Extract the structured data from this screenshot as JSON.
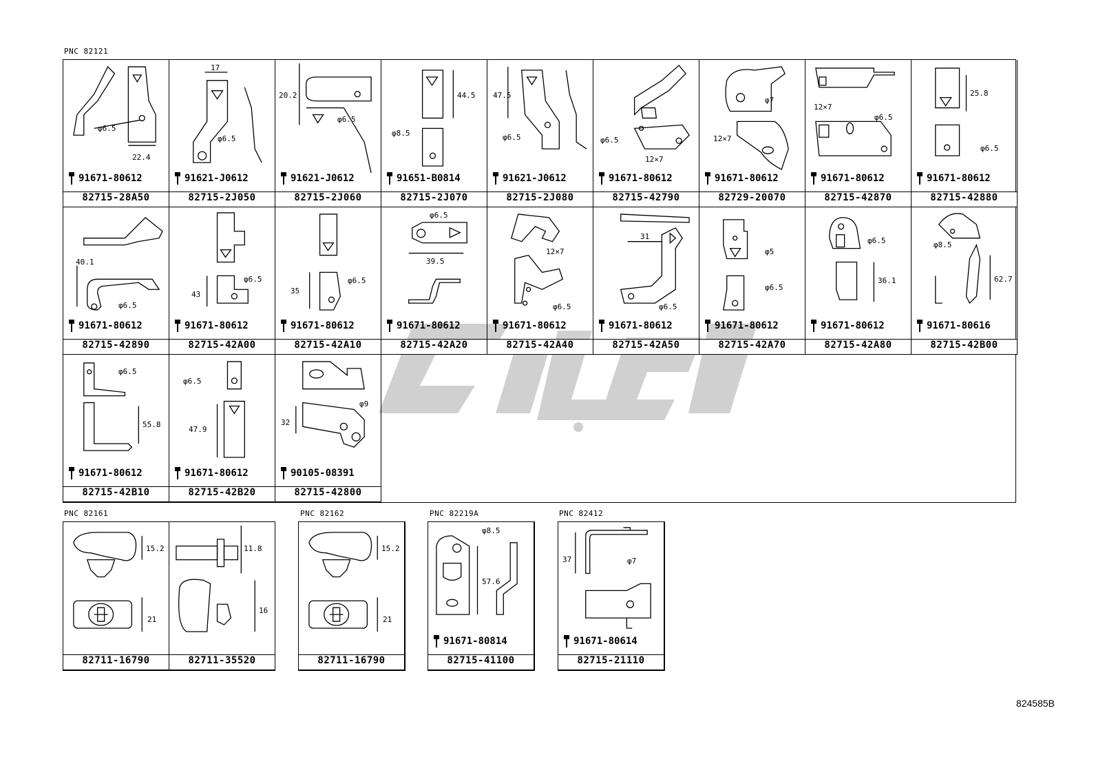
{
  "docid": "824585B",
  "sections": [
    {
      "pnc": "PNC 82121",
      "cells": [
        {
          "part": "82715-28A50",
          "bolt": "91671-80612",
          "dims": [
            "φ6.5",
            "22.4"
          ]
        },
        {
          "part": "82715-2J050",
          "bolt": "91621-J0612",
          "dims": [
            "17",
            "φ6.5"
          ]
        },
        {
          "part": "82715-2J060",
          "bolt": "91621-J0612",
          "dims": [
            "20.2",
            "φ6.5"
          ]
        },
        {
          "part": "82715-2J070",
          "bolt": "91651-B0814",
          "dims": [
            "44.5",
            "φ8.5"
          ]
        },
        {
          "part": "82715-2J080",
          "bolt": "91621-J0612",
          "dims": [
            "47.5",
            "φ6.5"
          ]
        },
        {
          "part": "82715-42790",
          "bolt": "91671-80612",
          "dims": [
            "φ6.5",
            "12×7"
          ]
        },
        {
          "part": "82729-20070",
          "bolt": "91671-80612",
          "dims": [
            "φ7",
            "12×7"
          ]
        },
        {
          "part": "82715-42870",
          "bolt": "91671-80612",
          "dims": [
            "12×7",
            "φ6.5"
          ]
        },
        {
          "part": "82715-42880",
          "bolt": "91671-80612",
          "dims": [
            "25.8",
            "φ6.5"
          ]
        },
        {
          "part": "82715-42890",
          "bolt": "91671-80612",
          "dims": [
            "40.1",
            "φ6.5"
          ]
        },
        {
          "part": "82715-42A00",
          "bolt": "91671-80612",
          "dims": [
            "43",
            "φ6.5"
          ]
        },
        {
          "part": "82715-42A10",
          "bolt": "91671-80612",
          "dims": [
            "35",
            "φ6.5"
          ]
        },
        {
          "part": "82715-42A20",
          "bolt": "91671-80612",
          "dims": [
            "φ6.5",
            "39.5"
          ]
        },
        {
          "part": "82715-42A40",
          "bolt": "91671-80612",
          "dims": [
            "12×7",
            "φ6.5"
          ]
        },
        {
          "part": "82715-42A50",
          "bolt": "91671-80612",
          "dims": [
            "31",
            "φ6.5"
          ]
        },
        {
          "part": "82715-42A70",
          "bolt": "91671-80612",
          "dims": [
            "φ5",
            "φ6.5"
          ]
        },
        {
          "part": "82715-42A80",
          "bolt": "91671-80612",
          "dims": [
            "φ6.5",
            "36.1"
          ]
        },
        {
          "part": "82715-42B00",
          "bolt": "91671-80616",
          "dims": [
            "φ8.5",
            "62.7"
          ]
        },
        {
          "part": "82715-42B10",
          "bolt": "91671-80612",
          "dims": [
            "φ6.5",
            "55.8"
          ]
        },
        {
          "part": "82715-42B20",
          "bolt": "91671-80612",
          "dims": [
            "φ6.5",
            "47.9"
          ]
        },
        {
          "part": "82715-42800",
          "bolt": "90105-08391",
          "dims": [
            "φ9",
            "32"
          ]
        }
      ]
    },
    {
      "pnc": "PNC 82161",
      "cells": [
        {
          "part": "82711-16790",
          "dims": [
            "15.2",
            "21"
          ]
        },
        {
          "part": "82711-35520",
          "dims": [
            "11.8",
            "16"
          ]
        }
      ]
    },
    {
      "pnc": "PNC 82162",
      "cells": [
        {
          "part": "82711-16790",
          "dims": [
            "15.2",
            "21"
          ]
        }
      ]
    },
    {
      "pnc": "PNC 82219A",
      "cells": [
        {
          "part": "82715-41100",
          "bolt": "91671-80814",
          "dims": [
            "φ8.5",
            "57.6"
          ]
        }
      ]
    },
    {
      "pnc": "PNC 82412",
      "cells": [
        {
          "part": "82715-21110",
          "bolt": "91671-80614",
          "dims": [
            "37",
            "φ7"
          ]
        }
      ]
    }
  ]
}
